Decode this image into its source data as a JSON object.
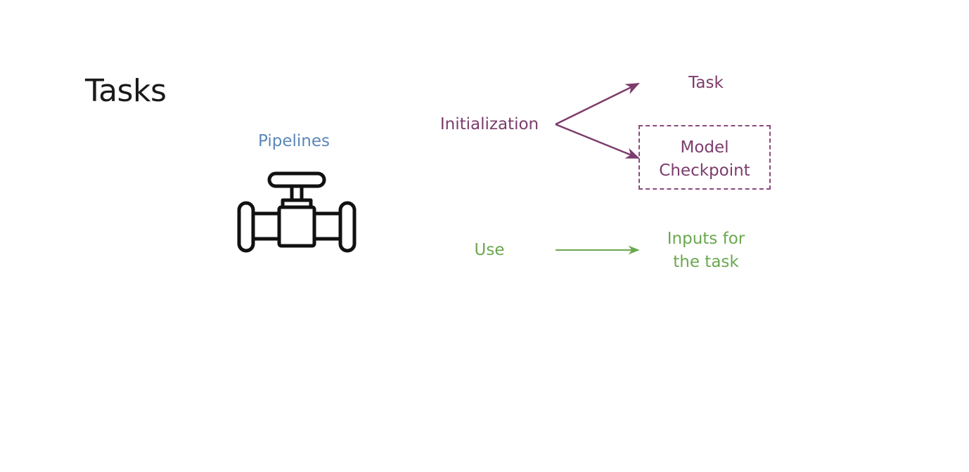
{
  "slide": {
    "title": "Tasks"
  },
  "pipelines": {
    "label": "Pipelines",
    "icon": "pipe-valve-icon",
    "color": "#5b87b8"
  },
  "initialization": {
    "label": "Initialization",
    "targets": {
      "task": "Task",
      "checkpoint_line1": "Model",
      "checkpoint_line2": "Checkpoint"
    },
    "color": "#7c3c6c"
  },
  "use": {
    "label": "Use",
    "target_line1": "Inputs for",
    "target_line2": "the task",
    "color": "#6aa84f"
  }
}
